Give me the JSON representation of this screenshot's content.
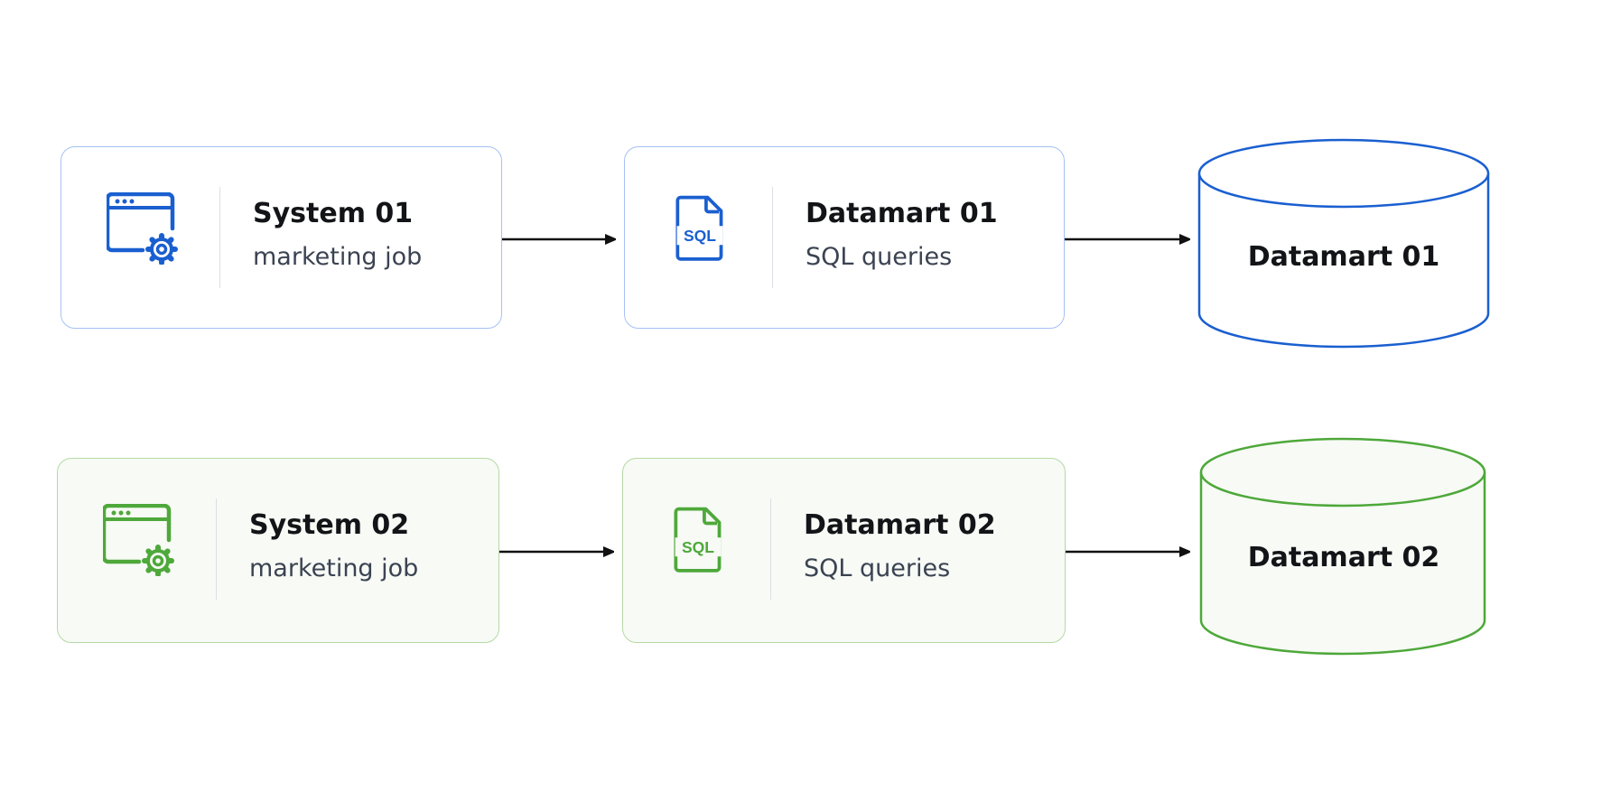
{
  "colors": {
    "row1_accent": "#1a5fd0",
    "row2_accent": "#4ea83a",
    "arrow": "#111111"
  },
  "rows": [
    {
      "system": {
        "title": "System 01",
        "subtitle": "marketing job",
        "icon": "app-window-gear-icon"
      },
      "datamart_job": {
        "title": "Datamart 01",
        "subtitle": "SQL queries",
        "icon": "sql-file-icon",
        "icon_text": "SQL"
      },
      "database": {
        "label": "Datamart 01",
        "icon": "database-cylinder"
      }
    },
    {
      "system": {
        "title": "System 02",
        "subtitle": "marketing job",
        "icon": "app-window-gear-icon"
      },
      "datamart_job": {
        "title": "Datamart 02",
        "subtitle": "SQL queries",
        "icon": "sql-file-icon",
        "icon_text": "SQL"
      },
      "database": {
        "label": "Datamart 02",
        "icon": "database-cylinder"
      }
    }
  ]
}
